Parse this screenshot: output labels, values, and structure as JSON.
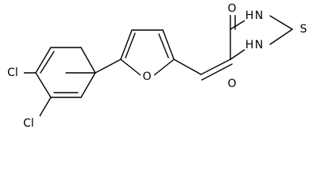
{
  "diagram": {
    "type": "chemical-structure",
    "atoms": {
      "cl_upper": "Cl",
      "cl_lower": "Cl",
      "o_furan": "O",
      "o_top": "O",
      "o_bottom": "O",
      "nh_top": "H N",
      "nh_bottom": "H N",
      "s": "S"
    },
    "colors": {
      "bond": "#000000",
      "label": "#000000",
      "background": "#ffffff"
    }
  }
}
